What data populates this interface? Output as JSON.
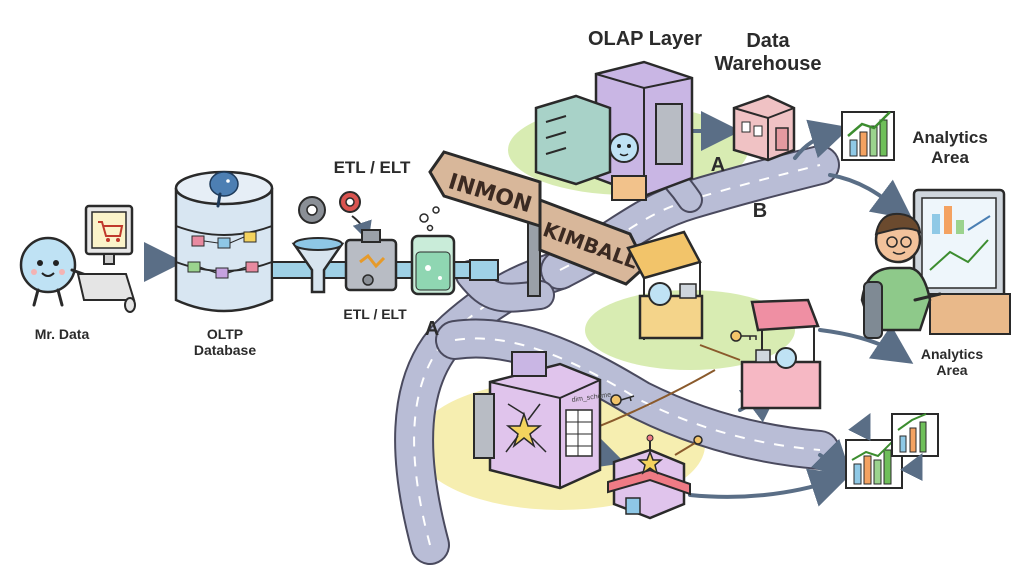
{
  "labels": {
    "mr_data": "Mr. Data",
    "oltp_line1": "OLTP",
    "oltp_line2": "Database",
    "etl_top": "ETL / ELT",
    "etl_bottom": "ETL / ELT",
    "olap_layer": "OLAP Layer",
    "dw_line1": "Data",
    "dw_line2": "Warehouse",
    "analytics_top_line1": "Analytics",
    "analytics_top_line2": "Area",
    "analytics_mid_line1": "Analytics",
    "analytics_mid_line2": "Area",
    "route_a_upper": "A",
    "route_b": "B",
    "route_a_lower": "A",
    "schema_tag": "dim_scheme"
  },
  "signpost": {
    "left_sign": "INMON",
    "right_sign": "KIMBALL"
  },
  "icons": [
    "mascot-droplet-icon",
    "computer-cart-icon",
    "database-cylinder-icon",
    "elephant-logo-icon",
    "gear-icon",
    "funnel-icon",
    "filter-box-icon",
    "water-tank-icon",
    "olap-building-icon",
    "warehouse-icon",
    "analyst-person-icon",
    "bar-chart-icon",
    "market-stall-icon",
    "star-schema-building-icon",
    "key-icon",
    "shop-icon"
  ],
  "colors": {
    "road": "#b9bdd6",
    "road_dash": "#ffffff",
    "grass": "#d8ecb2",
    "sand": "#f6eeb0",
    "arrow": "#5a6e86",
    "pipe": "#9fd1e6",
    "sign": "#d8b79a"
  }
}
